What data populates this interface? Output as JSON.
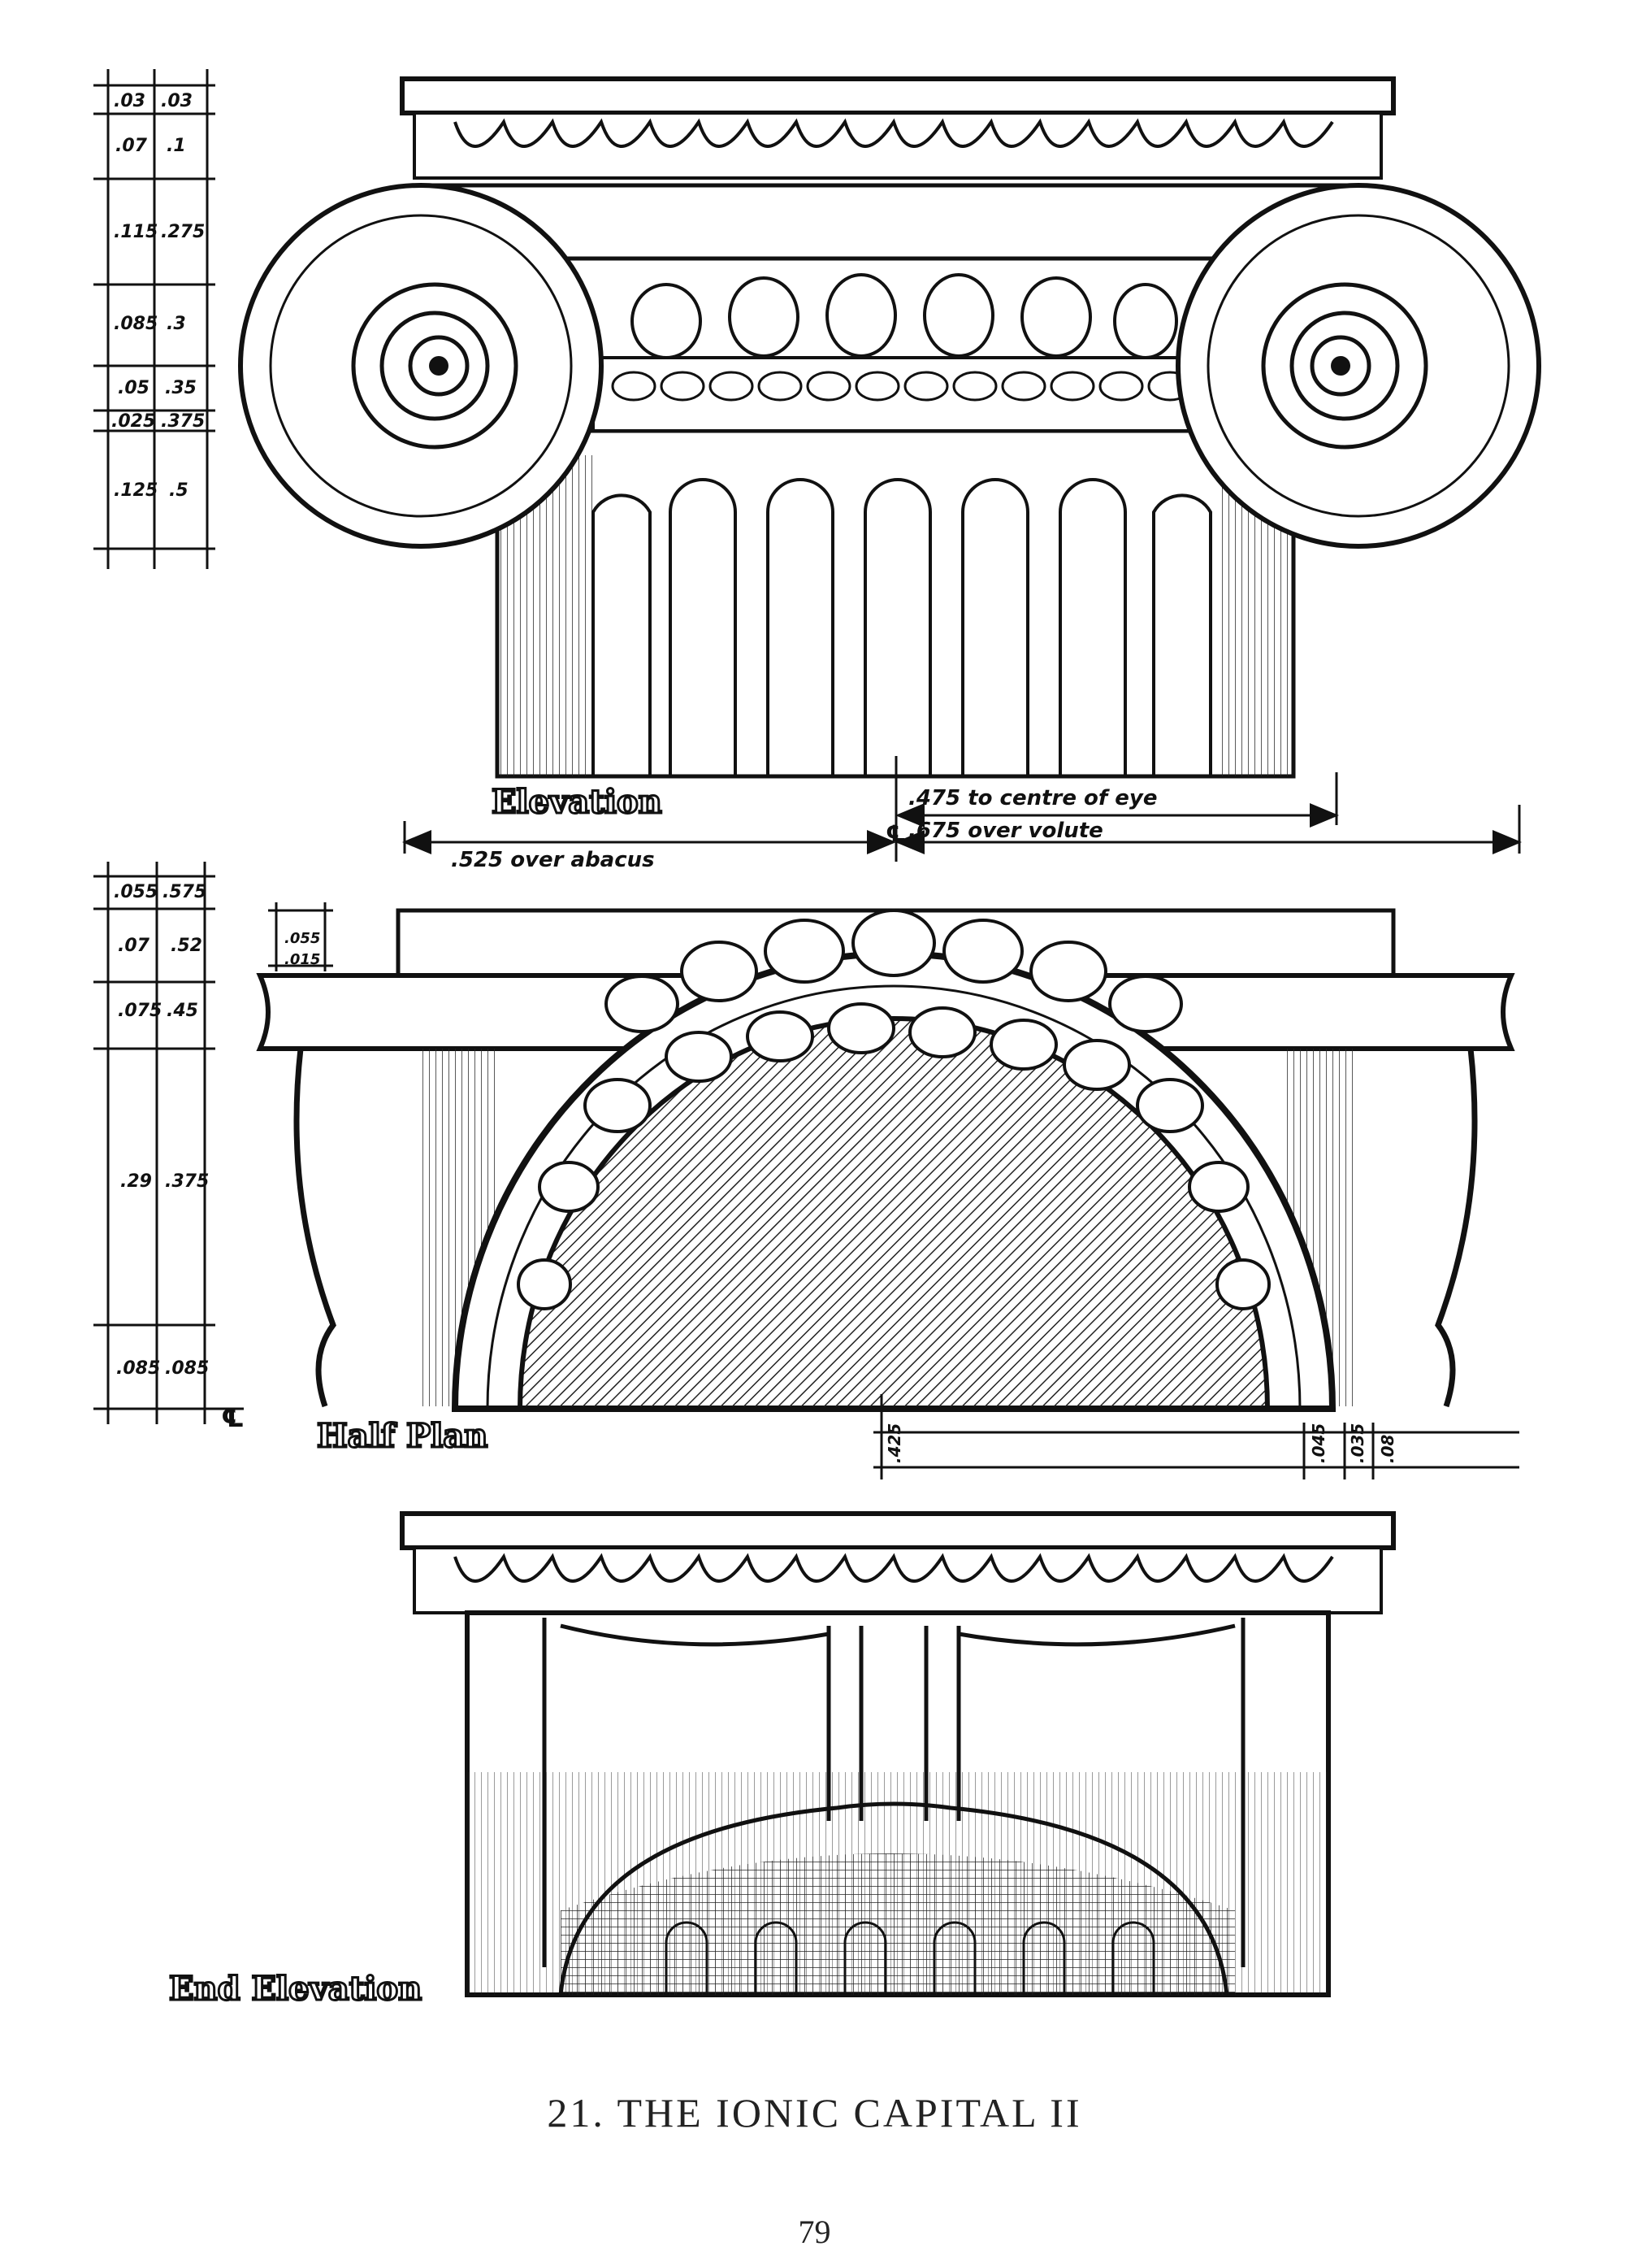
{
  "plate": {
    "caption": "21.   THE IONIC CAPITAL II",
    "page_number": "79"
  },
  "elevation": {
    "label": "Elevation",
    "table": [
      [
        ".03",
        ".03"
      ],
      [
        ".07",
        ".1"
      ],
      [
        ".115",
        ".275"
      ],
      [
        ".085",
        ".3"
      ],
      [
        ".05",
        ".35"
      ],
      [
        ".025",
        ".375"
      ],
      [
        ".125",
        ".5"
      ]
    ],
    "dim_eye": ".475 to centre of eye",
    "dim_volute": ".675 over volute",
    "dim_abacus": ".525 over abacus",
    "centerline_symbol": "℄"
  },
  "half_plan": {
    "label": "Half Plan",
    "table": [
      [
        ".055",
        ".575"
      ],
      [
        ".07",
        ".52"
      ],
      [
        ".075",
        ".45"
      ],
      [
        ".29",
        ".375"
      ],
      [
        ".085",
        ".085"
      ]
    ],
    "abacus_dims": [
      ".055",
      ".015"
    ],
    "bottom_dims": [
      ".425",
      ".045",
      ".035",
      ".08"
    ],
    "centerline_symbol": "℄"
  },
  "end_elevation": {
    "label": "End Elevation"
  }
}
